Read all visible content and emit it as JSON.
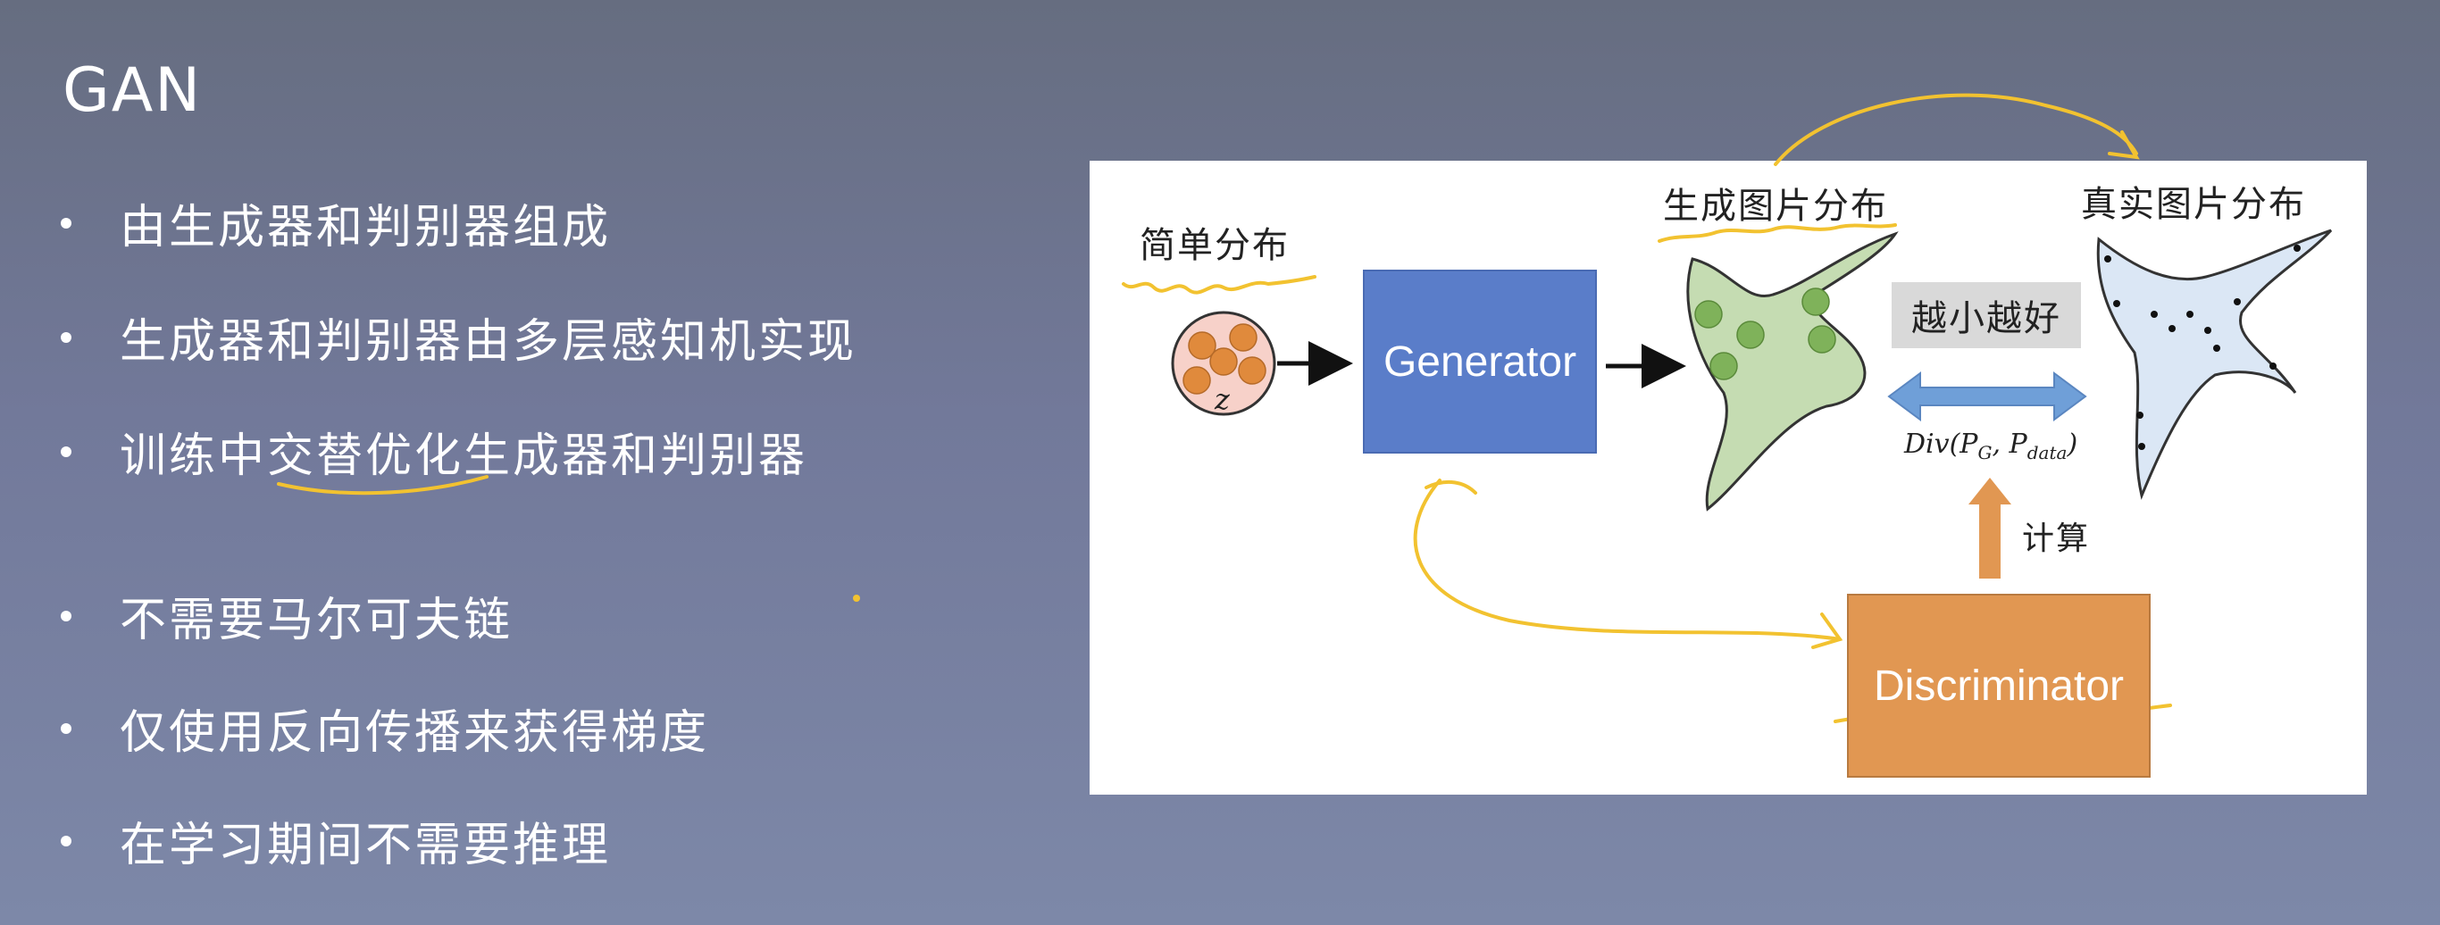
{
  "slide": {
    "title": "GAN",
    "bullets": [
      "由生成器和判别器组成",
      "生成器和判别器由多层感知机实现",
      "训练中交替优化生成器和判别器",
      "不需要马尔可夫链",
      "仅使用反向传播来获得梯度",
      "在学习期间不需要推理"
    ]
  },
  "diagram": {
    "simple_dist_label": "简单分布",
    "z_label": "z",
    "generator_label": "Generator",
    "generated_dist_label": "生成图片分布",
    "real_dist_label": "真实图片分布",
    "smaller_better_label": "越小越好",
    "divergence_formula": "Div(P",
    "divergence_sub_g": "G",
    "divergence_sep": ", P",
    "divergence_sub_data": "data",
    "divergence_close": ")",
    "compute_label": "计算",
    "discriminator_label": "Discriminator"
  },
  "colors": {
    "background_top": "#666d80",
    "background_bottom": "#7d88a8",
    "generator_fill": "#5a7dc9",
    "discriminator_fill": "#e19752",
    "generated_shape_fill": "#c5dcb2",
    "real_shape_fill": "#dbe7f5",
    "annotation_ink": "#f2c230",
    "double_arrow": "#6f9fd8",
    "compute_arrow": "#e19752"
  }
}
